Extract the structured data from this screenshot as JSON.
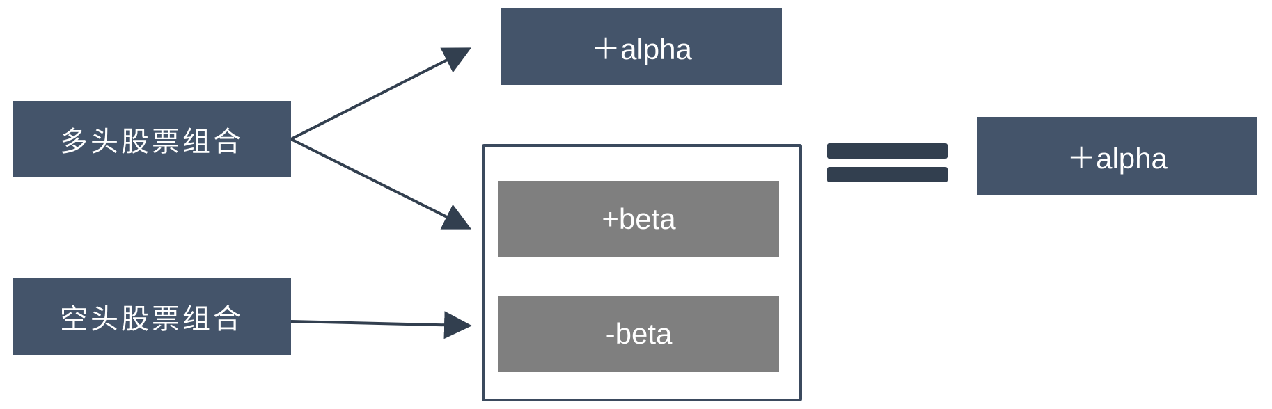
{
  "diagram": {
    "long_portfolio": "多头股票组合",
    "short_portfolio": "空头股票组合",
    "alpha_top": "＋alpha",
    "beta_plus": "+beta",
    "beta_minus": "-beta",
    "alpha_result": "＋alpha"
  },
  "colors": {
    "dark_box": "#44546a",
    "gray_box": "#7f7f7f",
    "arrow": "#323f4f"
  }
}
